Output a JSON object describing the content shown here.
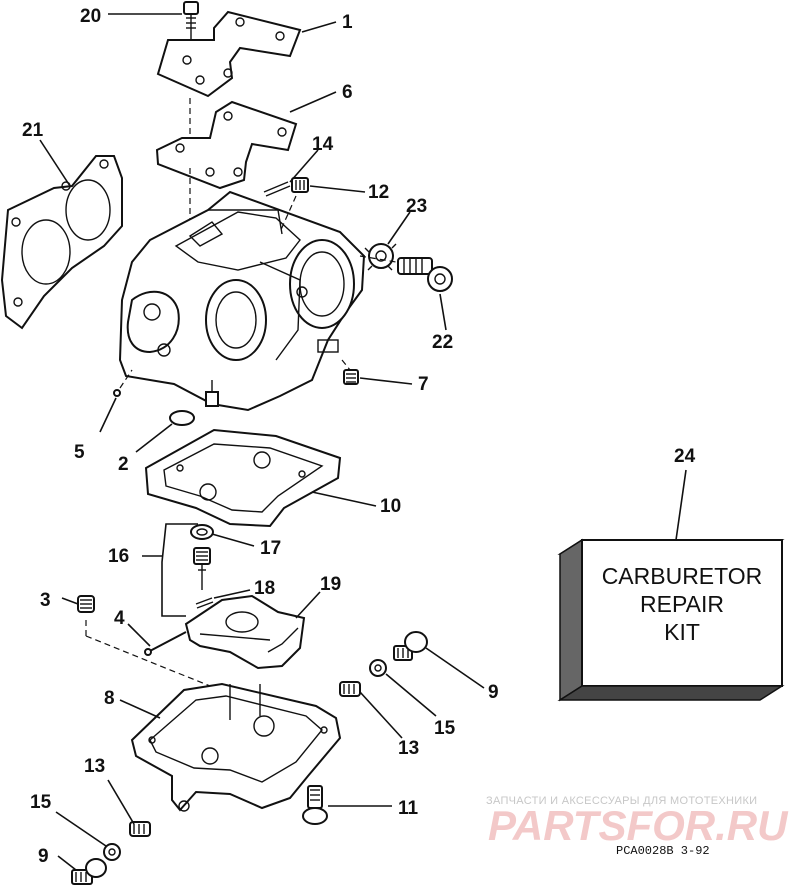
{
  "callouts": {
    "c1": "1",
    "c2": "2",
    "c3": "3",
    "c4": "4",
    "c5": "5",
    "c6": "6",
    "c7": "7",
    "c8": "8",
    "c9a": "9",
    "c9b": "9",
    "c10": "10",
    "c11": "11",
    "c12": "12",
    "c13a": "13",
    "c13b": "13",
    "c14": "14",
    "c15a": "15",
    "c15b": "15",
    "c16": "16",
    "c17": "17",
    "c18": "18",
    "c19": "19",
    "c20": "20",
    "c21": "21",
    "c22": "22",
    "c23": "23",
    "c24": "24"
  },
  "kit_box": {
    "line1": "CARBURETOR",
    "line2": "REPAIR",
    "line3": "KIT"
  },
  "watermark": {
    "tagline": "ЗАПЧАСТИ И АКСЕССУАРЫ ДЛЯ МОТОТЕХНИКИ",
    "brand": "PARTSFOR.RU"
  },
  "drawing_code": "PCA0028B  3-92"
}
